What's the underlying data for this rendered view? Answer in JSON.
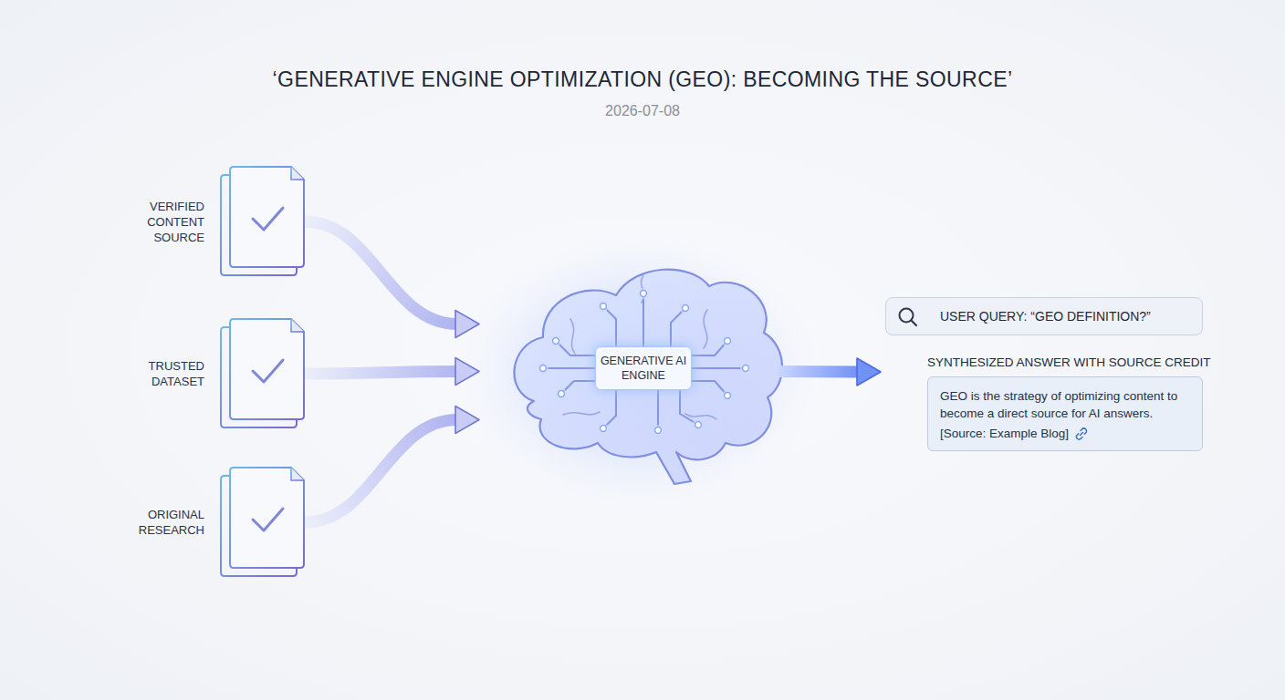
{
  "diagram": {
    "title": "‘GENERATIVE ENGINE OPTIMIZATION (GEO): BECOMING THE SOURCE’",
    "nodes": [
      {
        "text": [
          "VERIFIED CONTENT SOURCE"
        ]
      },
      {
        "text": [
          "TRUSTED DATASET"
        ]
      },
      {
        "text": [
          "ORIGINAL RESEARCH"
        ]
      },
      {
        "text": [
          "GENERATIVE AI ENGINE"
        ]
      },
      {
        "text": [
          "USER QUERY: “GEO DEFINITION?”"
        ]
      },
      {
        "text": [
          "SYNTHESIZED ANSWER WITH SOURCE CREDIT",
          "GEO is the strategy of optimizing content to become a direct source for AI answers.",
          "[Source: Example Blog]"
        ]
      }
    ],
    "edges": [
      {
        "from": 0,
        "to": 3,
        "arrow": "to"
      },
      {
        "from": 1,
        "to": 3,
        "arrow": "to"
      },
      {
        "from": 2,
        "to": 3,
        "arrow": "to"
      },
      {
        "from": 3,
        "to": 5,
        "arrow": "to"
      }
    ],
    "labels": [
      "2026-07-08"
    ]
  }
}
